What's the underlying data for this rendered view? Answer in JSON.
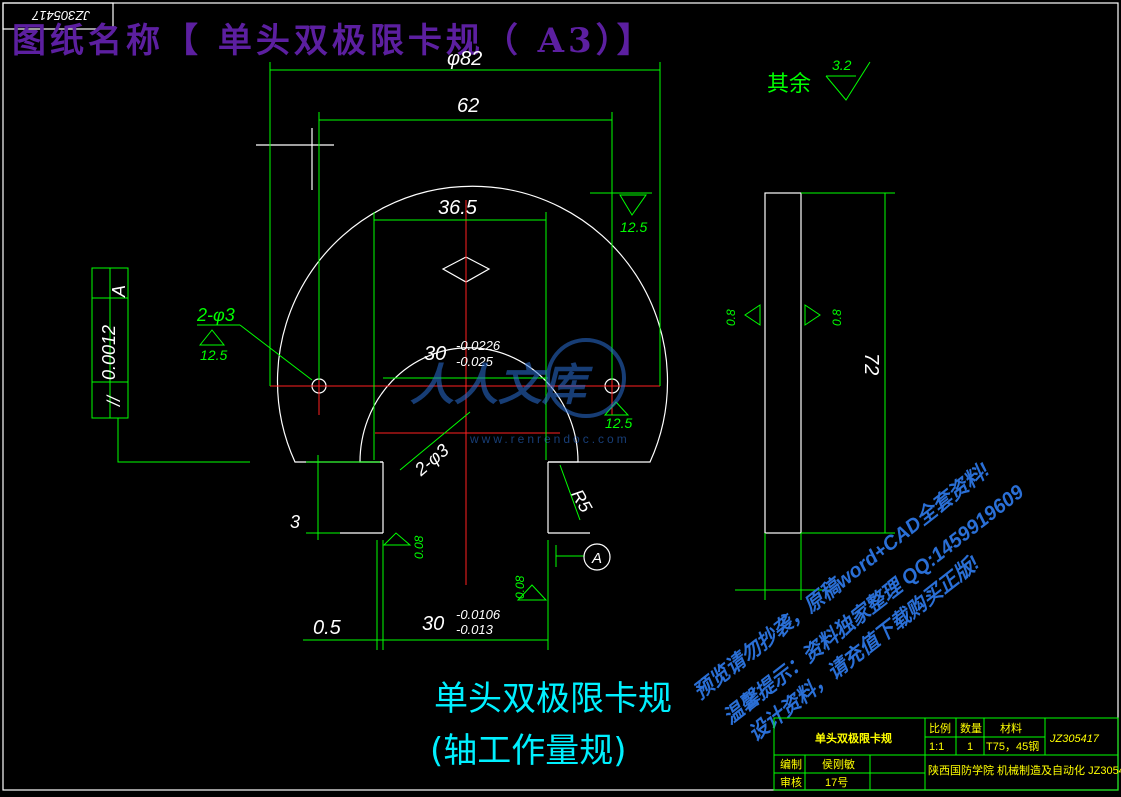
{
  "drawing": {
    "stamp": "JZ305417",
    "title_banner": "图纸名称【 单头双极限卡规（ A3）】",
    "roughness_other": "其余",
    "roughness_other_value": "3.2",
    "part_name_line1": "单头双极限卡规",
    "part_name_line2": "(轴工作量规)"
  },
  "dimensions": {
    "phi82": "φ82",
    "d62": "62",
    "d36_5": "36.5",
    "hole_2phi3_top": "2-φ3",
    "hole_2phi3_mid": "2-φ3",
    "bore": "30",
    "bore_upper": "-0.0226",
    "bore_lower": "-0.025",
    "slot": "30",
    "slot_upper": "-0.0106",
    "slot_lower": "-0.013",
    "r5": "R5",
    "d3": "3",
    "d0_5": "0.5",
    "d72": "72",
    "rough_12_5_a": "12.5",
    "rough_12_5_b": "12.5",
    "rough_12_5_c": "12.5",
    "rough_0_08_a": "0.08",
    "rough_0_08_b": "0.08",
    "rough_0_8_a": "0.8",
    "rough_0_8_b": "0.8",
    "datum_a": "A",
    "datum_a2": "A"
  },
  "tolerance_frame": {
    "symbol": "//",
    "value": "0.0012",
    "datum": "A"
  },
  "watermark": {
    "logo": "人人文库",
    "url": "www.renrendoc.com",
    "line1": "预览请勿抄袭，原稿word+CAD全套资料!",
    "line2": "温馨提示：资料独家整理 QQ:1459919609",
    "line3": "设计资料，请充值下载购买正版!"
  },
  "title_block": {
    "part_name": "单头双极限卡规",
    "scale_label": "比例",
    "qty_label": "数量",
    "material_label": "材料",
    "scale": "1:1",
    "qty": "1",
    "material": "T75，45钢",
    "code": "JZ305417",
    "drawn_label": "编制",
    "drawn_by": "侯刚敏",
    "check_label": "审核",
    "check_value": "17号",
    "school": "陕西国防学院 机械制造及自动化 JZ3054"
  }
}
